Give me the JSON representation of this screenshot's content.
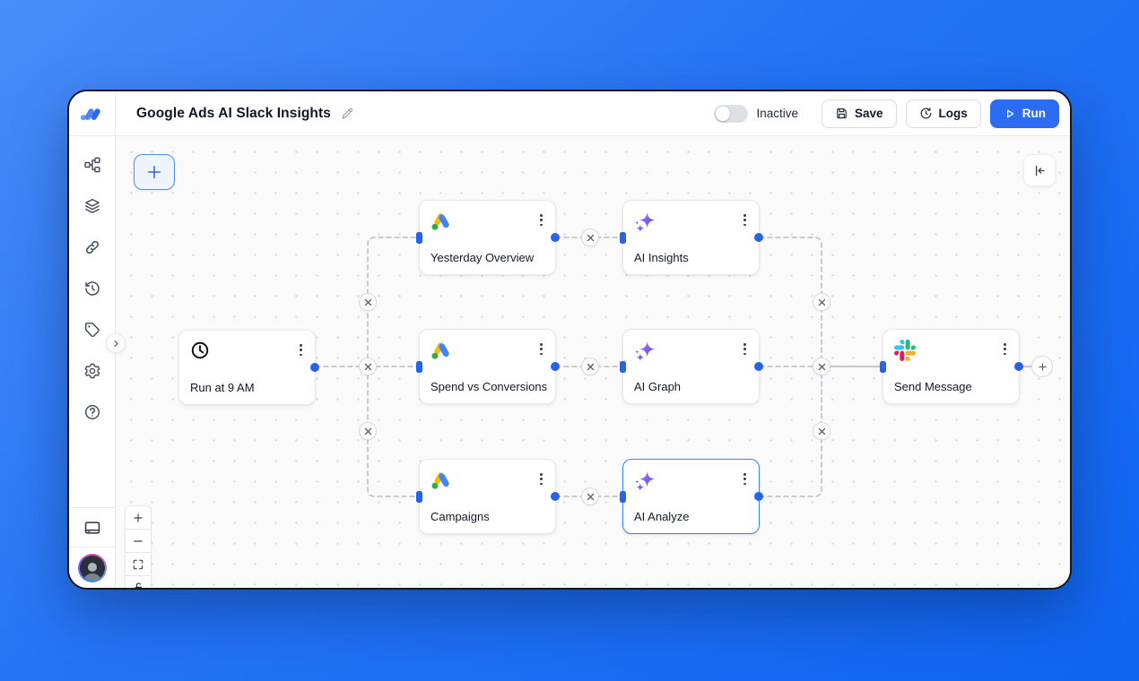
{
  "header": {
    "title": "Google Ads AI Slack Insights",
    "status_label": "Inactive",
    "status_toggle_state": "off",
    "save_label": "Save",
    "logs_label": "Logs",
    "run_label": "Run"
  },
  "sidebar": {
    "icons": [
      "workflow",
      "layers",
      "link",
      "history",
      "tag",
      "settings",
      "help",
      "templates-panel",
      "user-avatar"
    ]
  },
  "canvas": {
    "nodes": [
      {
        "label": "Run at 9 AM",
        "icon": "clock-icon",
        "selected": false
      },
      {
        "label": "Yesterday Overview",
        "icon": "google-ads-icon",
        "selected": false
      },
      {
        "label": "Spend vs Conversions D",
        "icon": "google-ads-icon",
        "selected": false
      },
      {
        "label": "Campaigns",
        "icon": "google-ads-icon",
        "selected": false
      },
      {
        "label": "AI Insights",
        "icon": "ai-sparkle-icon",
        "selected": false
      },
      {
        "label": "AI Graph",
        "icon": "ai-sparkle-icon",
        "selected": false
      },
      {
        "label": "AI Analyze",
        "icon": "ai-sparkle-icon",
        "selected": true
      },
      {
        "label": "Send Message",
        "icon": "slack-icon",
        "selected": false
      }
    ],
    "controls": [
      "add-node",
      "collapse-panel",
      "zoom-in",
      "zoom-out",
      "fit-view",
      "lock"
    ]
  },
  "colors": {
    "page_background": "#2473f4",
    "accent_blue": "#2563eb",
    "run_button": "#2b6cf3",
    "selected_node_border": "#3b82f6",
    "edge": "#b8bcc5",
    "google_ads": {
      "yellow": "#FBBC04",
      "blue": "#4285F4",
      "green": "#34A853"
    },
    "slack": {
      "blue": "#36C5F0",
      "green": "#2EB67D",
      "yellow": "#ECB22E",
      "red": "#E01E5A"
    },
    "ai_gradient": [
      "#c084fc",
      "#8b5cf6",
      "#2563eb"
    ]
  }
}
